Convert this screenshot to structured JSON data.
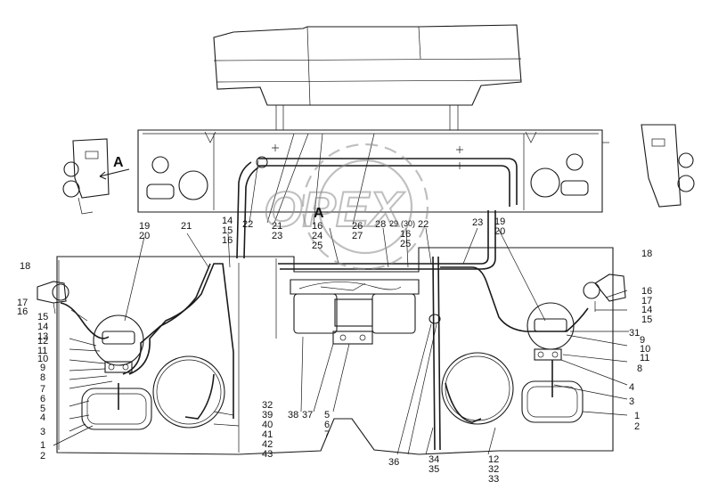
{
  "watermark": {
    "brand": "OPEX"
  },
  "view_marker": {
    "letter": "A"
  },
  "callouts": [
    {
      "id": "c1",
      "text": "19"
    },
    {
      "id": "c2",
      "text": "20"
    },
    {
      "id": "c3",
      "text": "21"
    },
    {
      "id": "c4",
      "text": "14"
    },
    {
      "id": "c5",
      "text": "15"
    },
    {
      "id": "c6",
      "text": "16"
    },
    {
      "id": "c7",
      "text": "22"
    },
    {
      "id": "c8",
      "text": "21"
    },
    {
      "id": "c9",
      "text": "23"
    },
    {
      "id": "c10",
      "text": "16"
    },
    {
      "id": "c11",
      "text": "24"
    },
    {
      "id": "c12",
      "text": "25"
    },
    {
      "id": "c13",
      "text": "26"
    },
    {
      "id": "c14",
      "text": "27"
    },
    {
      "id": "c15",
      "text": "28"
    },
    {
      "id": "c16",
      "text": "29"
    },
    {
      "id": "c17",
      "text": "(30)"
    },
    {
      "id": "c18",
      "text": "22"
    },
    {
      "id": "c19",
      "text": "16"
    },
    {
      "id": "c20",
      "text": "25"
    },
    {
      "id": "c21",
      "text": "23"
    },
    {
      "id": "c22",
      "text": "19"
    },
    {
      "id": "c23",
      "text": "20"
    },
    {
      "id": "c24",
      "text": "18"
    },
    {
      "id": "c25",
      "text": "17"
    },
    {
      "id": "c26",
      "text": "16"
    },
    {
      "id": "c27",
      "text": "15"
    },
    {
      "id": "c28",
      "text": "14"
    },
    {
      "id": "c29",
      "text": "13"
    },
    {
      "id": "c30",
      "text": "12"
    },
    {
      "id": "c31",
      "text": "11"
    },
    {
      "id": "c32",
      "text": "10"
    },
    {
      "id": "c33",
      "text": "9"
    },
    {
      "id": "c34",
      "text": "8"
    },
    {
      "id": "c35",
      "text": "7"
    },
    {
      "id": "c36",
      "text": "6"
    },
    {
      "id": "c37",
      "text": "5"
    },
    {
      "id": "c38",
      "text": "4"
    },
    {
      "id": "c39",
      "text": "3"
    },
    {
      "id": "c40",
      "text": "1"
    },
    {
      "id": "c41",
      "text": "2"
    },
    {
      "id": "c42",
      "text": "32"
    },
    {
      "id": "c43",
      "text": "39"
    },
    {
      "id": "c44",
      "text": "40"
    },
    {
      "id": "c45",
      "text": "41"
    },
    {
      "id": "c46",
      "text": "42"
    },
    {
      "id": "c47",
      "text": "43"
    },
    {
      "id": "c48",
      "text": "38"
    },
    {
      "id": "c49",
      "text": "37"
    },
    {
      "id": "c50",
      "text": "5"
    },
    {
      "id": "c51",
      "text": "6"
    },
    {
      "id": "c52",
      "text": "7"
    },
    {
      "id": "c53",
      "text": "36"
    },
    {
      "id": "c54",
      "text": "34"
    },
    {
      "id": "c55",
      "text": "35"
    },
    {
      "id": "c56",
      "text": "12"
    },
    {
      "id": "c57",
      "text": "32"
    },
    {
      "id": "c58",
      "text": "33"
    },
    {
      "id": "c59",
      "text": "18"
    },
    {
      "id": "c60",
      "text": "16"
    },
    {
      "id": "c61",
      "text": "17"
    },
    {
      "id": "c62",
      "text": "14"
    },
    {
      "id": "c63",
      "text": "15"
    },
    {
      "id": "c64",
      "text": "31"
    },
    {
      "id": "c65",
      "text": "9"
    },
    {
      "id": "c66",
      "text": "10"
    },
    {
      "id": "c67",
      "text": "11"
    },
    {
      "id": "c68",
      "text": "8"
    },
    {
      "id": "c69",
      "text": "4"
    },
    {
      "id": "c70",
      "text": "3"
    },
    {
      "id": "c71",
      "text": "1"
    },
    {
      "id": "c72",
      "text": "2"
    }
  ]
}
